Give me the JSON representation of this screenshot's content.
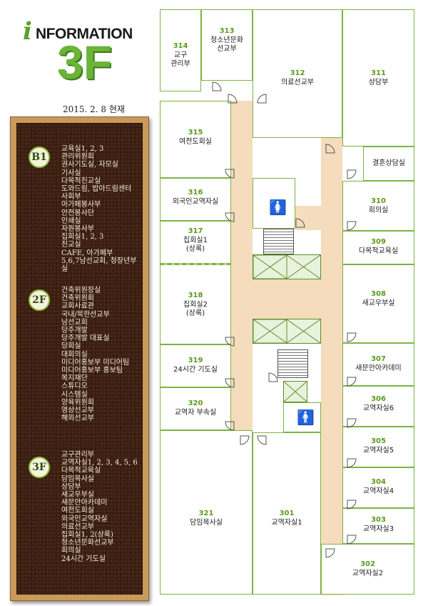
{
  "header": {
    "logo_i": "i",
    "logo_word": "NFORMATION",
    "floor": "3F",
    "date": "2015. 2. 8 현재"
  },
  "directory": {
    "b1": {
      "badge": "B1",
      "items": [
        "교육실1, 2, 3",
        "관리위원회",
        "권사기도실, 자모실",
        "기사실",
        "다목적친교실",
        "도와드림, 밥아드림센터",
        "사회부",
        "아가페봉사부",
        "안전봉사단",
        "인쇄실",
        "자원봉사부",
        "집회실1, 2, 3",
        "친교실",
        "CAFE, 아가페부",
        "5,6,7남선교회, 청장년부실"
      ]
    },
    "f2": {
      "badge": "2F",
      "items": [
        "건축위원장실",
        "건축위원회",
        "교회사료관",
        "국내/북한선교부",
        "남선교회",
        "당주개발",
        "당주개발 대표실",
        "당회실",
        "대회의실",
        "미디어홍보부 미디어팀",
        "미디어홍보부 홍보팀",
        "복지재단",
        "스튜디오",
        "시스템실",
        "양육위원회",
        "영상선교부",
        "해외선교부"
      ]
    },
    "f3": {
      "badge": "3F",
      "items": [
        "교구관리부",
        "교역자실1, 2, 3, 4, 5, 6",
        "다목적교육실",
        "담임목사실",
        "상담부",
        "새교우부실",
        "새문안아카데미",
        "여전도회실",
        "외국인교역자실",
        "의료선교부",
        "집회실1, 2(상록)",
        "청소년문화선교부",
        "회의실",
        "24시간 기도실"
      ]
    }
  },
  "rooms": {
    "r314": {
      "num": "314",
      "name": "교구\n관리부"
    },
    "r313": {
      "num": "313",
      "name": "청소년문화\n선교부"
    },
    "r312": {
      "num": "312",
      "name": "의료선교부"
    },
    "r311": {
      "num": "311",
      "name": "상담부"
    },
    "r315": {
      "num": "315",
      "name": "여전도회실"
    },
    "r_wedding": {
      "num": "",
      "name": "결혼상담실"
    },
    "r316": {
      "num": "316",
      "name": "외국인교역자실"
    },
    "r310": {
      "num": "310",
      "name": "회의실"
    },
    "r317": {
      "num": "317",
      "name": "집회실1\n(상록)"
    },
    "r309": {
      "num": "309",
      "name": "다목적교육실"
    },
    "r318": {
      "num": "318",
      "name": "집회실2\n(상록)"
    },
    "r308": {
      "num": "308",
      "name": "새교우부실"
    },
    "r319": {
      "num": "319",
      "name": "24시간 기도실"
    },
    "r307": {
      "num": "307",
      "name": "새문안아카데미"
    },
    "r320": {
      "num": "320",
      "name": "교역자 부속실"
    },
    "r306": {
      "num": "306",
      "name": "교역자실6"
    },
    "r305": {
      "num": "305",
      "name": "교역자실5"
    },
    "r304": {
      "num": "304",
      "name": "교역자실4"
    },
    "r321": {
      "num": "321",
      "name": "담임목사실"
    },
    "r301": {
      "num": "301",
      "name": "교역자실1"
    },
    "r303": {
      "num": "303",
      "name": "교역자실3"
    },
    "r302": {
      "num": "302",
      "name": "교역자실2"
    }
  },
  "icons": {
    "women": "woman-restroom-icon",
    "men": "man-restroom-icon"
  },
  "colors": {
    "brand_green": "#6ab437",
    "room_number": "#5a9a1e",
    "room_border": "#7cb342",
    "corridor": "#f4dcbc",
    "women_icon": "#e02020",
    "men_icon": "#1a3fb0"
  }
}
